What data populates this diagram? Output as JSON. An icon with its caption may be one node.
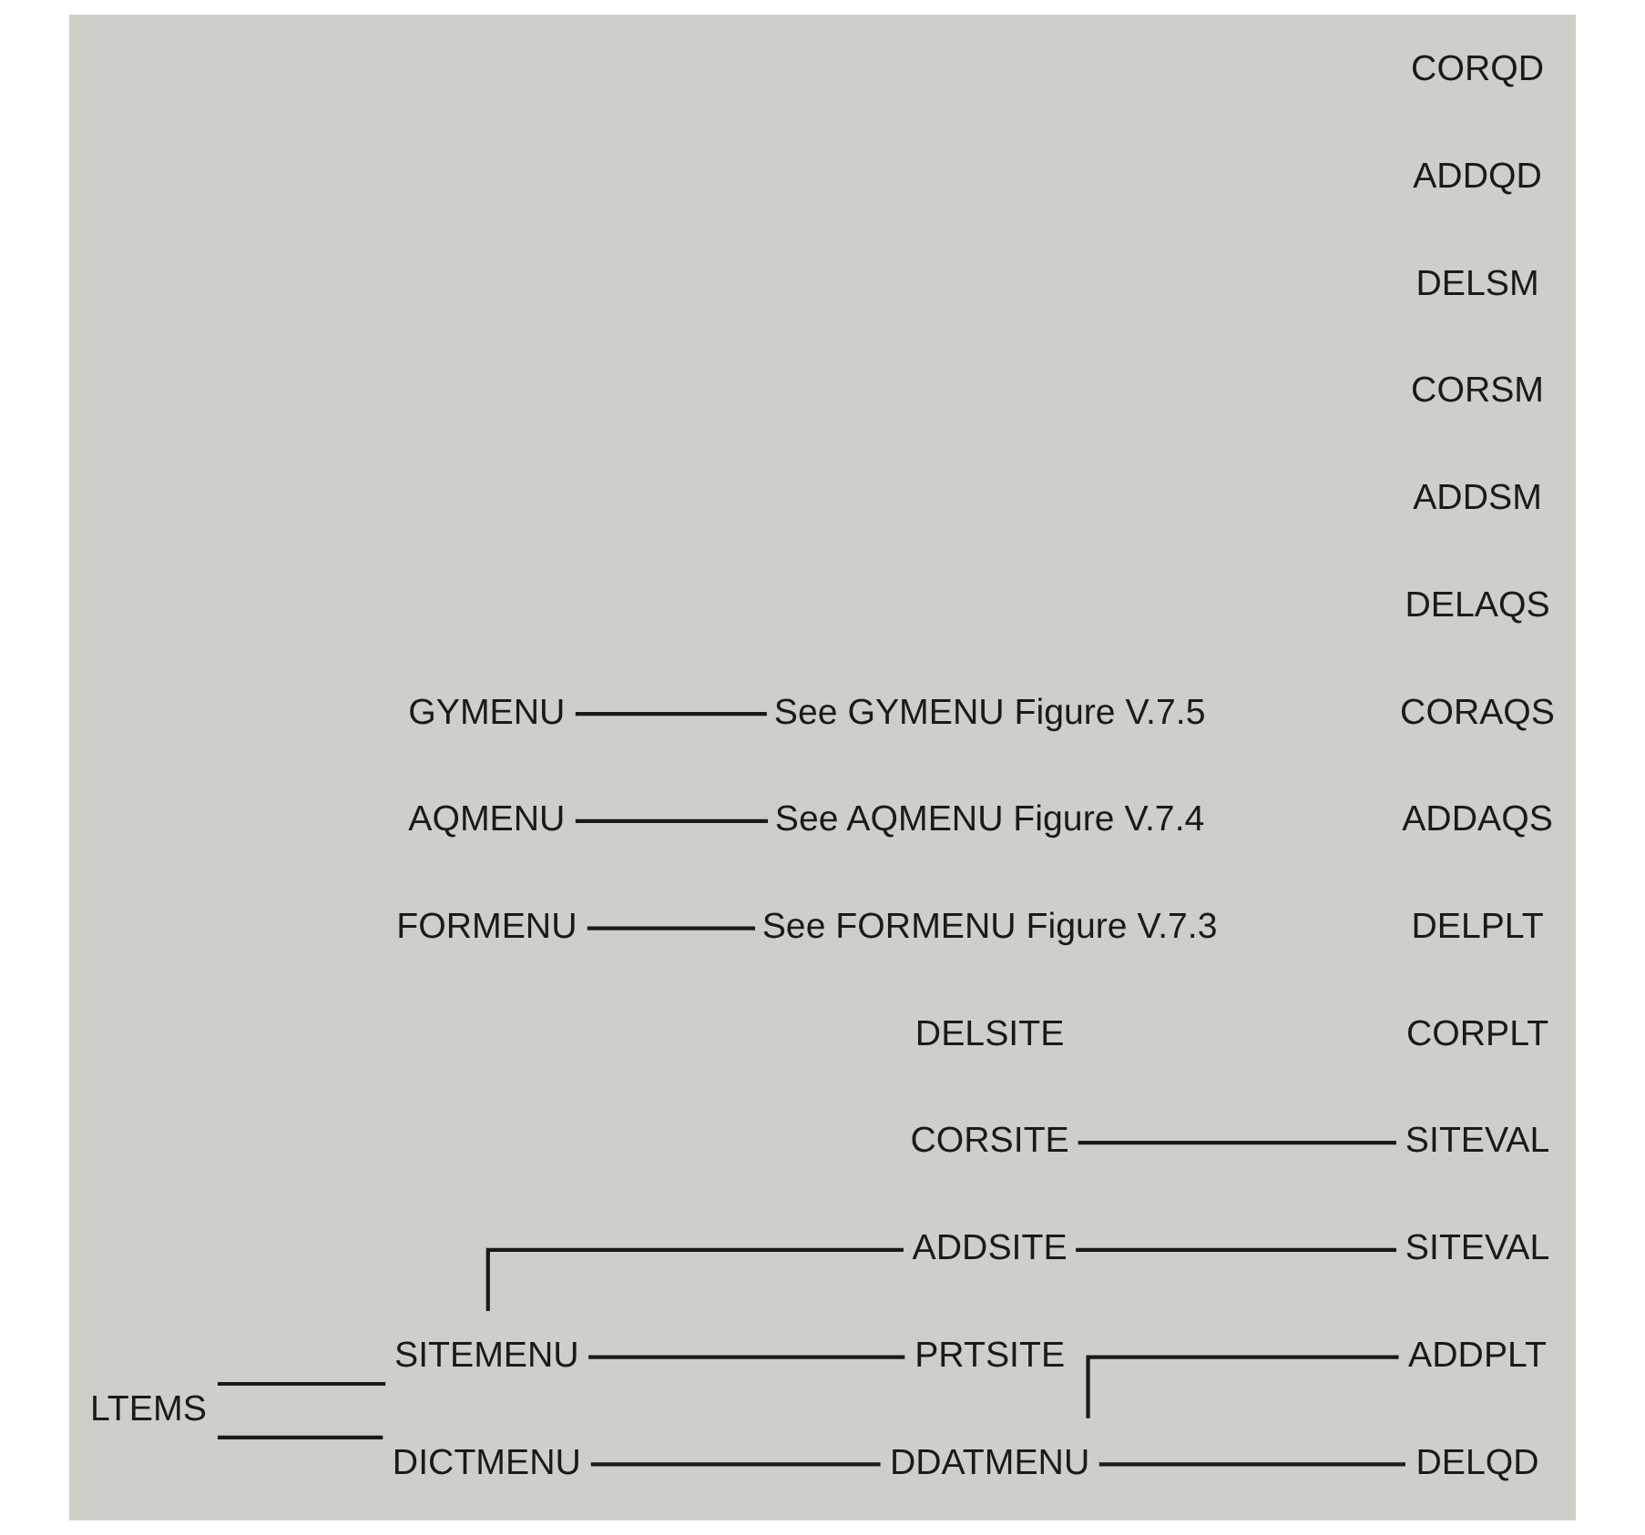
{
  "diagram": {
    "nodes": [
      {
        "text": [
          "LTEMS"
        ]
      },
      {
        "text": [
          "SITEMENU"
        ]
      },
      {
        "text": [
          "ADDSITE"
        ]
      },
      {
        "text": [
          "SITEVAL"
        ]
      },
      {
        "text": [
          "CORSITE"
        ]
      },
      {
        "text": [
          "SITEVAL"
        ]
      },
      {
        "text": [
          "DELSITE"
        ]
      },
      {
        "text": [
          "PRTSITE"
        ]
      },
      {
        "text": [
          "FORMENU"
        ]
      },
      {
        "text": [
          "See FORMENU Figure V.7.3"
        ]
      },
      {
        "text": [
          "AQMENU"
        ]
      },
      {
        "text": [
          "See AQMENU Figure V.7.4"
        ]
      },
      {
        "text": [
          "GYMENU"
        ]
      },
      {
        "text": [
          "See GYMENU Figure V.7.5"
        ]
      },
      {
        "text": [
          "DICTMENU"
        ]
      },
      {
        "text": [
          "DDATMENU"
        ]
      },
      {
        "text": [
          "ADDPLT"
        ]
      },
      {
        "text": [
          "CORPLT"
        ]
      },
      {
        "text": [
          "DELPLT"
        ]
      },
      {
        "text": [
          "ADDAQS"
        ]
      },
      {
        "text": [
          "CORAQS"
        ]
      },
      {
        "text": [
          "DELAQS"
        ]
      },
      {
        "text": [
          "ADDSM"
        ]
      },
      {
        "text": [
          "CORSM"
        ]
      },
      {
        "text": [
          "DELSM"
        ]
      },
      {
        "text": [
          "ADDQD"
        ]
      },
      {
        "text": [
          "CORQD"
        ]
      },
      {
        "text": [
          "DELQD"
        ]
      }
    ],
    "edges": [
      {
        "from": 0,
        "to": 1,
        "arrow": "none"
      },
      {
        "from": 0,
        "to": 14,
        "arrow": "none"
      },
      {
        "from": 1,
        "to": 2,
        "arrow": "none"
      },
      {
        "from": 1,
        "to": 7,
        "arrow": "none"
      },
      {
        "from": 2,
        "to": 3,
        "arrow": "none"
      },
      {
        "from": 4,
        "to": 5,
        "arrow": "none"
      },
      {
        "from": 8,
        "to": 9,
        "arrow": "none"
      },
      {
        "from": 10,
        "to": 11,
        "arrow": "none"
      },
      {
        "from": 12,
        "to": 13,
        "arrow": "none"
      },
      {
        "from": 14,
        "to": 15,
        "arrow": "none"
      },
      {
        "from": 15,
        "to": 16,
        "arrow": "none"
      },
      {
        "from": 15,
        "to": 27,
        "arrow": "none"
      }
    ]
  }
}
